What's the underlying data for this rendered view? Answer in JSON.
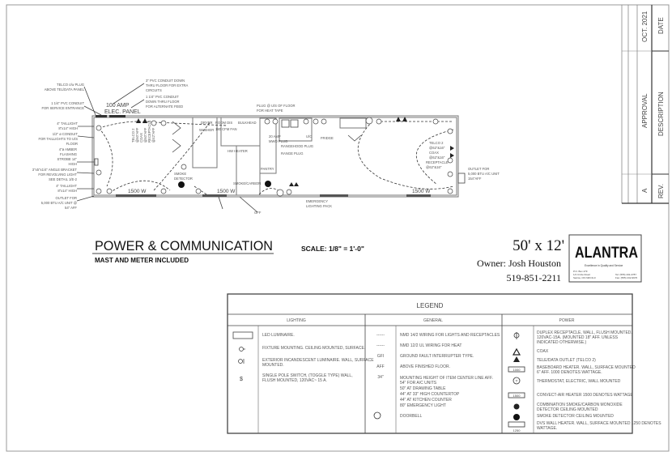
{
  "title_block": {
    "date": "OCT. 2021",
    "date_label": "DATE",
    "description": "APPROVAL",
    "description_label": "DESCRIPTION",
    "rev": "A",
    "rev_label": "REV."
  },
  "plan": {
    "callouts_left": [
      "TELCO c/w PLUG",
      "ABOVE TEL/DATA PANEL",
      "1 1/4\" PVC CONDUIT",
      "FOR SERVICE ENTRANCE",
      "4\" TAILLIGHT",
      "8\"x14\" HIGH",
      "1/2\" ø CONDUIT",
      "FOR TAILLIGHTS TO U/S",
      "FLOOR",
      "4\"ø AMBER",
      "FLASHING",
      "STROBE 14\"",
      "HIGH",
      "3\"x5\"x1/4\" ANGLE BRACKET",
      "FOR REVOLVING LIGHT",
      "SEE DETAIL 1/E-2",
      "4\" TAILLIGHT",
      "8\"x14\" HIGH",
      "OUTLET FOR",
      "5,000 BTU A/C UNIT @",
      "54\" AFF"
    ],
    "callouts_top": [
      "3\" PVC CONDUIT DOWN",
      "THRU FLOOR FOR EXTRA",
      "CIRCUITS",
      "1 1/4\" PVC CONDUIT",
      "DOWN THRU FLOOR",
      "FOR ALTERNATE FEED"
    ],
    "panel": [
      "100 AMP",
      "ELEC. PANEL"
    ],
    "plug_heat_tape": [
      "PLUG @ U/S OF FLOOR",
      "FOR HEAT TAPE"
    ],
    "rooms": [
      "DRYER",
      "WASHER",
      "ROOM DIS",
      "180 CFM FAN",
      "BULKHEAD",
      "HW HEATER",
      "PANTRY",
      "FRIDGE",
      "U/C"
    ],
    "plugs": [
      "20 AMP",
      "MWO PLUG",
      "RANGEHOOD PLUG",
      "RANGE PLUG"
    ],
    "smoke_detector": [
      "SMOKE",
      "DETECTOR"
    ],
    "smoke_carbon": "SMOKE/CARBON",
    "emergency": [
      "EMERGENCY",
      "LIGHTING PACK"
    ],
    "heaters": [
      "1500 W",
      "1500 W",
      "1500 W"
    ],
    "telco_left": [
      "TELCO 2",
      "@60\"AFF",
      "COAX",
      "@60\"AFF",
      "RECEPTACLE",
      "@42\"AFF"
    ],
    "telco_right": [
      "TELCO 2",
      "@62\"&16\"",
      "COAX",
      "@62\"&16\"",
      "RECEPTACLE",
      "@62\"&16\""
    ],
    "outlet_right": [
      "OUTLET FOR",
      "5,000 BTU A/C UNIT",
      "154\"AFF"
    ],
    "off": "OFF"
  },
  "heading": {
    "title": "POWER & COMMUNICATION",
    "subtitle": "MAST AND METER INCLUDED",
    "scale": "SCALE: 1/8\" = 1'-0\""
  },
  "project": {
    "size": "50' x 12'",
    "owner": "Owner: Josh Houston",
    "phone": "519-851-2211"
  },
  "logo": {
    "name": "ALANTRA",
    "tagline": "Excellence in Quality and Service",
    "address": [
      "P.O. Box 479",
      "1/4 Circle Road",
      "Sarnia, ON N0N 0L0"
    ],
    "contact": [
      "Tel: (555) 432-2787",
      "Fax: (555) 432-9976"
    ]
  },
  "legend": {
    "title": "LEGEND",
    "lighting": {
      "header": "LIGHTING",
      "items": [
        {
          "icon": "led-luminaire",
          "lines": [
            "LED LUMINAIRE."
          ]
        },
        {
          "icon": "fixture",
          "lines": [
            "FIXTURE MOUNTING.  CEILING MOUNTED, SURFACE."
          ]
        },
        {
          "icon": "exterior-luminaire",
          "lines": [
            "EXTERIOR INCANDESCENT LUMINAIRE.  WALL, SURFACE",
            "MOUNTED."
          ]
        },
        {
          "icon": "switch",
          "symbol": "$",
          "lines": [
            "SINGLE POLE SWITCH, (TOGGLE TYPE) WALL,",
            "FLUSH MOUNTED, 120VAC~ 15 A."
          ]
        }
      ]
    },
    "general": {
      "header": "GENERAL",
      "items": [
        {
          "symbol": "------",
          "lines": [
            "NMD 14/2 WIRING FOR LIGHTS AND RECEPTACLES"
          ]
        },
        {
          "symbol": "------",
          "lines": [
            "NMD 12/2 UL WIRING FOR HEAT"
          ]
        },
        {
          "symbol": "GFI",
          "lines": [
            "GROUND FAULT INTERRUPTER TYPE."
          ]
        },
        {
          "symbol": "AFF",
          "lines": [
            "ABOVE FINISHED FLOOR."
          ]
        },
        {
          "symbol": "34\"",
          "lines": [
            "MOUNTING HEIGHT OF ITEM CENTER LINE AFF.",
            "54\" FOR A/C UNITS",
            "50\" AT DRAWING TABLE",
            "44\" AT 33\" HIGH COUNTERTOP",
            "44\" AT KITCHEN COUNTER",
            "80\" EMERGENCY LIGHT"
          ]
        },
        {
          "icon": "doorbell",
          "lines": [
            "DOORBELL"
          ]
        }
      ]
    },
    "power": {
      "header": "POWER",
      "items": [
        {
          "icon": "duplex-receptacle",
          "lines": [
            "DUPLEX RECEPTACLE, WALL, FLUSH MOUNTED.",
            "120VAC-15A. (MOUNTED 18\" AFF. UNLESS",
            "INDICATED OTHERWISE.)"
          ]
        },
        {
          "icon": "coax",
          "lines": [
            "COAX"
          ]
        },
        {
          "icon": "tele-data",
          "lines": [
            "TELE/DATA OUTLET (TELCO 2)"
          ]
        },
        {
          "icon": "baseboard-heater",
          "symbol": "1000",
          "lines": [
            "BASEBOARD HEATER.  WALL, SURFACE MOUNTED",
            "6\" AFF.  1000 DENOTES WATTAGE."
          ]
        },
        {
          "icon": "thermostat",
          "symbol": "T",
          "lines": [
            "THERMOSTAT, ELECTRIC, WALL MOUNTED"
          ]
        },
        {
          "icon": "convect-air-heater",
          "symbol": "1500",
          "lines": [
            "CONVECT-AIR HEATER 1500 DENOTES WATTAGE"
          ]
        },
        {
          "icon": "smoke-co-detector",
          "lines": [
            "COMBINATION SMOKE/CARBON MONOXIDE",
            "DETECTOR CEILING MOUNTED"
          ]
        },
        {
          "icon": "smoke-detector",
          "lines": [
            "SMOKE DETECTOR CEILING MOUNTED"
          ]
        },
        {
          "icon": "dvs-wall-heater",
          "symbol": "1250",
          "lines": [
            "DVS WALL HEATER.  WALL, SURFACE MOUNTED 1250 DENOTES",
            "WATTAGE."
          ]
        }
      ]
    }
  }
}
